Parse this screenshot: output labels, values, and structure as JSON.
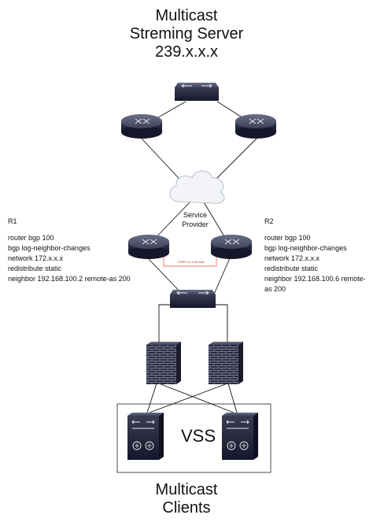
{
  "header": {
    "line1": "Multicast",
    "line2": "Streming Server",
    "line3": "239.x.x.x"
  },
  "cloud": {
    "line1": "Service",
    "line2": "Provider"
  },
  "r1": {
    "title": "R1",
    "lines": [
      "router bgp 100",
      "bgp log-neighbor-changes",
      "network 172.x.x.x",
      "redistribute static",
      "neighbor 192.168.100.2 remote-as 200"
    ]
  },
  "r2": {
    "title": "R2",
    "lines": [
      "router bgp 100",
      "bgp log-neighbor-changes",
      "network 172.x.x.x",
      "redistribute static",
      "neighbor 192.168.100.6 remote-",
      "as 200"
    ]
  },
  "hsrp_label": "HSRP on LAN side",
  "vss_label": "VSS",
  "footer": {
    "line1": "Multicast",
    "line2": "Clients"
  },
  "icons": {
    "router": "router-icon",
    "switch": "switch-icon",
    "firewall": "firewall-icon",
    "cloud": "cloud-icon",
    "core_switch": "core-switch-icon"
  },
  "colors": {
    "device_top": "#4a4e63",
    "device_body": "#1f2133",
    "link": "#111111",
    "hsrp_link": "#e74c3c"
  }
}
